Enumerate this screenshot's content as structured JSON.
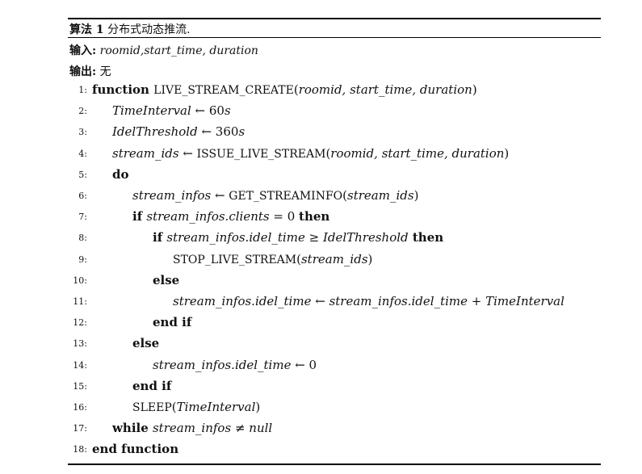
{
  "caption": {
    "label": "算法 1",
    "title": "分布式动态推流."
  },
  "input": {
    "label": "输入:",
    "value": "roomid,start_time, duration"
  },
  "output": {
    "label": "输出:",
    "value": "无"
  },
  "lines": [
    {
      "num": "1:",
      "indent": 0,
      "segs": [
        [
          "kw",
          "function "
        ],
        [
          "sc",
          "LIVE_STREAM_CREATE"
        ],
        [
          "",
          "("
        ],
        [
          "it",
          "roomid, start_time, duration"
        ],
        [
          "",
          ")"
        ]
      ]
    },
    {
      "num": "2:",
      "indent": 1,
      "segs": [
        [
          "it",
          "TimeInterval"
        ],
        [
          "",
          " ← 60"
        ],
        [
          "it",
          "s"
        ]
      ]
    },
    {
      "num": "3:",
      "indent": 1,
      "segs": [
        [
          "it",
          "IdelThreshold"
        ],
        [
          "",
          " ← 360"
        ],
        [
          "it",
          "s"
        ]
      ]
    },
    {
      "num": "4:",
      "indent": 1,
      "segs": [
        [
          "it",
          "stream_ids"
        ],
        [
          "",
          " ← "
        ],
        [
          "sc",
          "ISSUE_LIVE_STREAM"
        ],
        [
          "",
          "("
        ],
        [
          "it",
          "roomid, start_time, duration"
        ],
        [
          "",
          ")"
        ]
      ]
    },
    {
      "num": "5:",
      "indent": 1,
      "segs": [
        [
          "kw",
          "do"
        ]
      ]
    },
    {
      "num": "6:",
      "indent": 2,
      "segs": [
        [
          "it",
          "stream_infos"
        ],
        [
          "",
          " ← "
        ],
        [
          "sc",
          "GET_STREAMINFO"
        ],
        [
          "",
          "("
        ],
        [
          "it",
          "stream_ids"
        ],
        [
          "",
          ")"
        ]
      ]
    },
    {
      "num": "7:",
      "indent": 2,
      "segs": [
        [
          "kw",
          "if "
        ],
        [
          "it",
          "stream_infos.clients"
        ],
        [
          "",
          " = 0 "
        ],
        [
          "kw",
          "then"
        ]
      ]
    },
    {
      "num": "8:",
      "indent": 3,
      "segs": [
        [
          "kw",
          "if "
        ],
        [
          "it",
          "stream_infos.idel_time"
        ],
        [
          "",
          " ≥ "
        ],
        [
          "it",
          "IdelThreshold"
        ],
        [
          "kw",
          " then"
        ]
      ]
    },
    {
      "num": "9:",
      "indent": 4,
      "segs": [
        [
          "sc",
          "STOP_LIVE_STREAM"
        ],
        [
          "",
          "("
        ],
        [
          "it",
          "stream_ids"
        ],
        [
          "",
          ")"
        ]
      ]
    },
    {
      "num": "10:",
      "indent": 3,
      "segs": [
        [
          "kw",
          "else"
        ]
      ]
    },
    {
      "num": "11:",
      "indent": 4,
      "segs": [
        [
          "it",
          "stream_infos.idel_time"
        ],
        [
          "",
          " ← "
        ],
        [
          "it",
          "stream_infos.idel_time"
        ],
        [
          "",
          " + "
        ],
        [
          "it",
          "TimeInterval"
        ]
      ]
    },
    {
      "num": "12:",
      "indent": 3,
      "segs": [
        [
          "kw",
          "end if"
        ]
      ]
    },
    {
      "num": "13:",
      "indent": 2,
      "segs": [
        [
          "kw",
          "else"
        ]
      ]
    },
    {
      "num": "14:",
      "indent": 3,
      "segs": [
        [
          "it",
          "stream_infos.idel_time"
        ],
        [
          "",
          " ← 0"
        ]
      ]
    },
    {
      "num": "15:",
      "indent": 2,
      "segs": [
        [
          "kw",
          "end if"
        ]
      ]
    },
    {
      "num": "16:",
      "indent": 2,
      "segs": [
        [
          "sc",
          "SLEEP"
        ],
        [
          "",
          "("
        ],
        [
          "it",
          "TimeInterval"
        ],
        [
          "",
          ")"
        ]
      ]
    },
    {
      "num": "17:",
      "indent": 1,
      "segs": [
        [
          "kw",
          "while "
        ],
        [
          "it",
          "stream_infos"
        ],
        [
          "",
          " ≠ "
        ],
        [
          "it",
          "null"
        ]
      ]
    },
    {
      "num": "18:",
      "indent": 0,
      "segs": [
        [
          "kw",
          "end function"
        ]
      ]
    }
  ]
}
